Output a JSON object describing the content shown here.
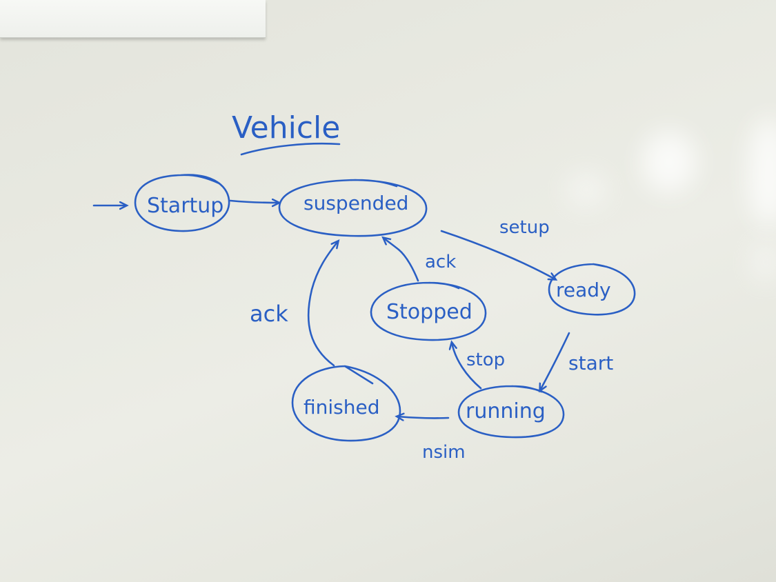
{
  "title": "Vehicle",
  "ink_color": "#2a5fc4",
  "board_color": "#e8e9e1",
  "states": {
    "startup": "Startup",
    "suspended": "suspended",
    "ready": "ready",
    "stopped": "Stopped",
    "running": "running",
    "finished": "finished"
  },
  "transitions": {
    "setup": "setup",
    "ack_stopped": "ack",
    "ack_finished": "ack",
    "start": "start",
    "stop": "stop",
    "nsim": "nsim"
  }
}
